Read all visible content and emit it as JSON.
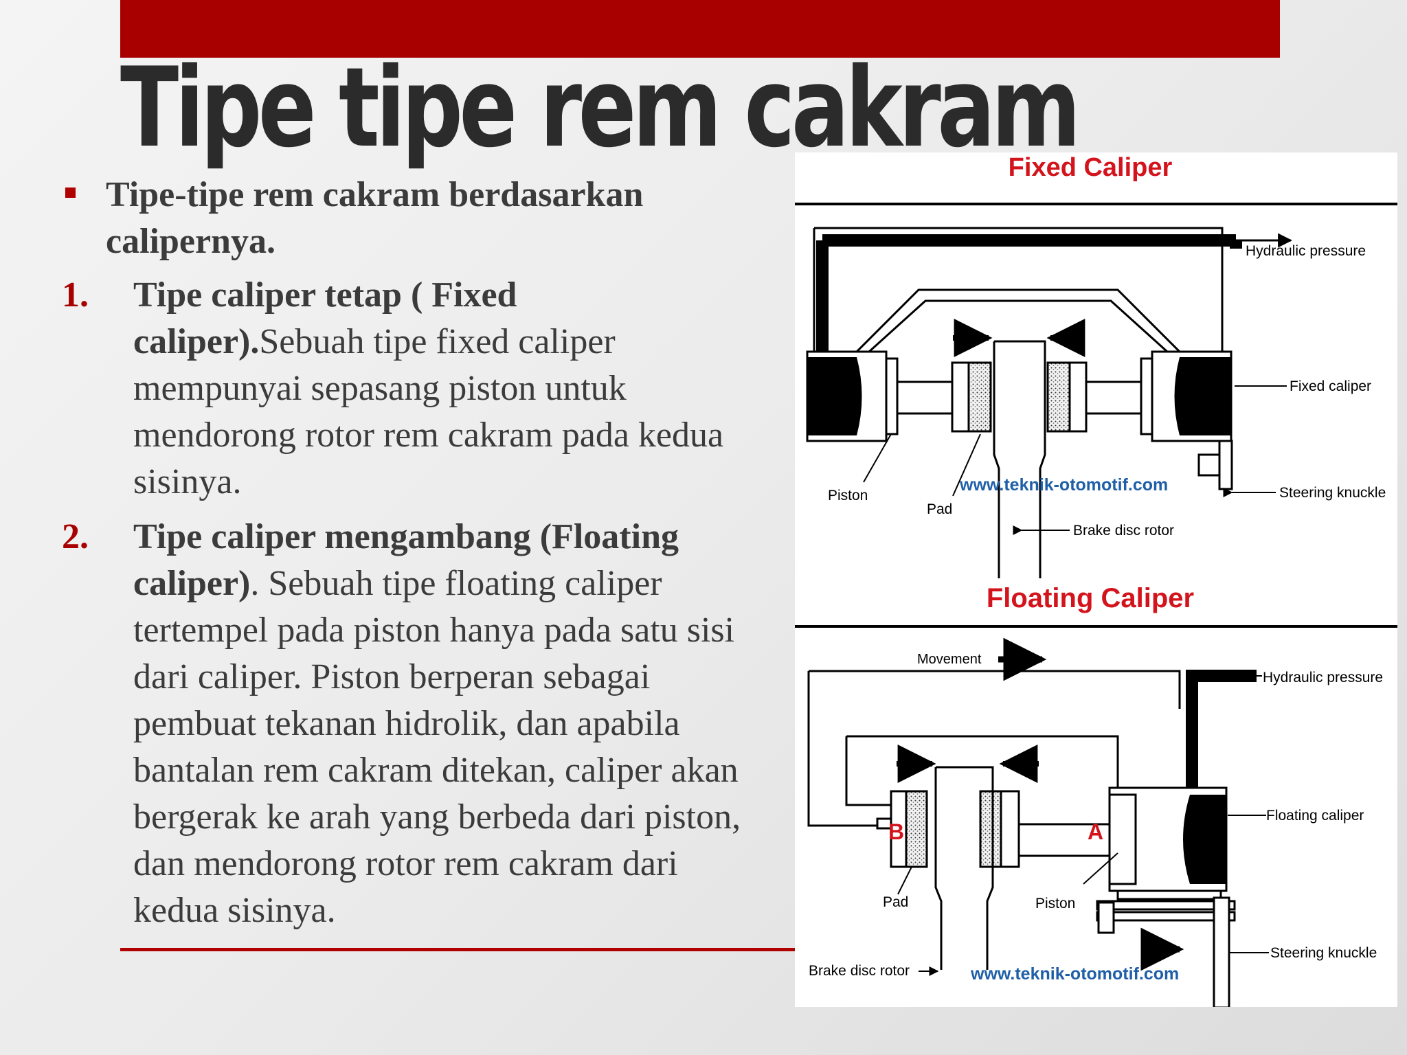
{
  "slide": {
    "title": "Tipe tipe rem cakram",
    "lead": "Tipe-tipe rem cakram berdasarkan calipernya.",
    "items": [
      {
        "number": "1.",
        "bold": "Tipe caliper tetap ( Fixed caliper).",
        "text": "Sebuah tipe fixed caliper mempunyai sepasang piston untuk mendorong rotor rem cakram pada kedua sisinya."
      },
      {
        "number": "2.",
        "bold": "Tipe caliper mengambang (Floating caliper)",
        "text": ". Sebuah tipe floating caliper tertempel pada piston hanya pada satu sisi dari caliper. Piston berperan sebagai pembuat tekanan hidrolik, dan apabila bantalan rem cakram ditekan, caliper akan bergerak ke arah yang berbeda dari piston, dan mendorong rotor rem cakram dari kedua sisinya."
      }
    ]
  },
  "figure": {
    "fixed": {
      "heading": "Fixed Caliper",
      "hydraulic_pressure": "Hydraulic pressure",
      "fixed_caliper": "Fixed caliper",
      "piston": "Piston",
      "pad": "Pad",
      "watermark": "www.teknik-otomotif.com",
      "steering_knuckle": "Steering knuckle",
      "brake_disc_rotor": "Brake disc rotor"
    },
    "floating": {
      "heading": "Floating Caliper",
      "movement": "Movement",
      "hydraulic_pressure": "Hydraulic pressure",
      "floating_caliper": "Floating caliper",
      "label_b": "B",
      "label_a": "A",
      "pad": "Pad",
      "piston": "Piston",
      "steering_knuckle": "Steering knuckle",
      "brake_disc_rotor": "Brake disc rotor",
      "watermark": "www.teknik-otomotif.com"
    },
    "colors": {
      "heading": "#d4141c",
      "watermark": "#1f5fa8",
      "label": "#d4141c"
    }
  },
  "theme": {
    "accent": "#a80000",
    "title_color": "#2b2b2b",
    "body_color": "#3b3b3b"
  }
}
